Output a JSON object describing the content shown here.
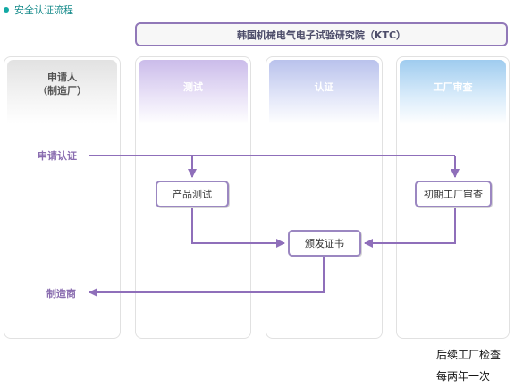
{
  "page": {
    "title": "安全认证流程"
  },
  "banner": {
    "text": "韩国机械电气电子试验研究院（KTC）"
  },
  "columns": [
    {
      "line1": "申请人",
      "line2": "（制造厂）"
    },
    {
      "label": "测试"
    },
    {
      "label": "认证"
    },
    {
      "label": "工厂审查"
    }
  ],
  "labels": {
    "apply": "申请认证",
    "manufacturer": "制造商"
  },
  "boxes": {
    "product_test": "产品测试",
    "issue_cert": "颁发证书",
    "initial_audit": "初期工厂审查"
  },
  "notes": {
    "line1": "后续工厂检查",
    "line2": "每两年一次"
  },
  "colors": {
    "arrow": "#8f6fba",
    "border": "#9b87c1",
    "accent": "#12a9a4"
  }
}
